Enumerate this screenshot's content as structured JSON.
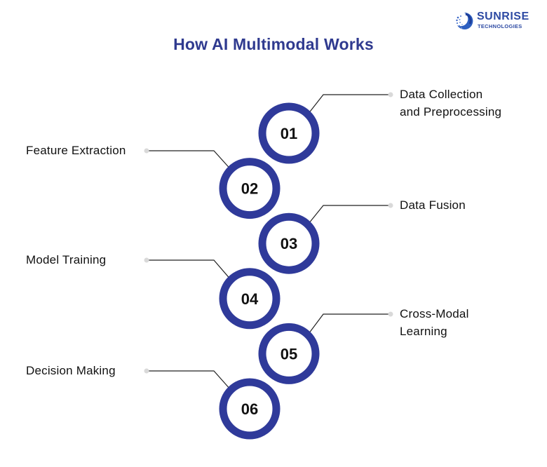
{
  "header": {
    "title": "How AI Multimodal Works"
  },
  "logo": {
    "icon": "sunrise-swirl-icon",
    "name": "SUNRISE",
    "subtitle": "TECHNOLOGIES"
  },
  "colors": {
    "title": "#2f3a8f",
    "ring": "#2f3a9a",
    "connector": "#222222",
    "connector_dot": "#d9d9d9",
    "text": "#111111",
    "logo": "#2d4aa3"
  },
  "steps": [
    {
      "number": "01",
      "label_lines": [
        "Data Collection",
        "and Preprocessing"
      ],
      "side": "right"
    },
    {
      "number": "02",
      "label_lines": [
        "Feature Extraction"
      ],
      "side": "left"
    },
    {
      "number": "03",
      "label_lines": [
        "Data Fusion"
      ],
      "side": "right"
    },
    {
      "number": "04",
      "label_lines": [
        "Model Training"
      ],
      "side": "left"
    },
    {
      "number": "05",
      "label_lines": [
        "Cross-Modal",
        "Learning"
      ],
      "side": "right"
    },
    {
      "number": "06",
      "label_lines": [
        "Decision Making"
      ],
      "side": "left"
    }
  ]
}
